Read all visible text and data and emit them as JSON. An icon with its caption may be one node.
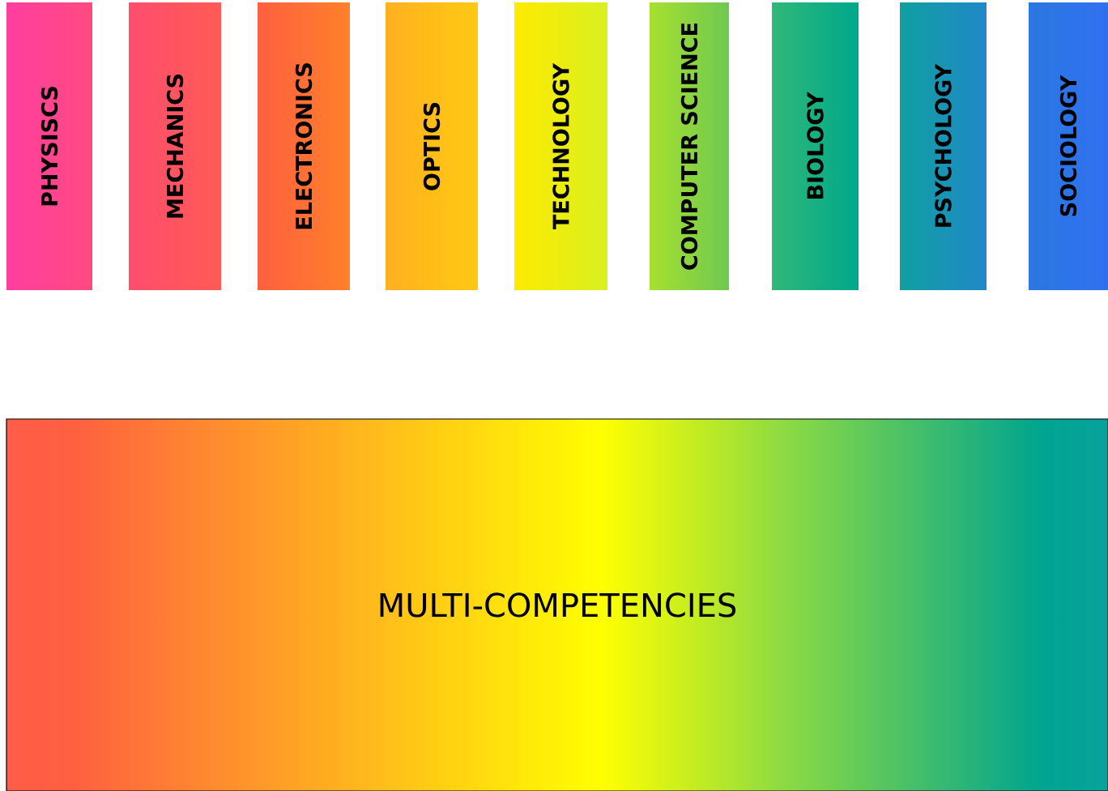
{
  "diagram": {
    "nodes": [
      {
        "text": [
          "PHYSISCS"
        ]
      },
      {
        "text": [
          "MECHANICS"
        ]
      },
      {
        "text": [
          "ELECTRONICS"
        ]
      },
      {
        "text": [
          "OPTICS"
        ]
      },
      {
        "text": [
          "TECHNOLOGY"
        ]
      },
      {
        "text": [
          "COMPUTER SCIENCE"
        ]
      },
      {
        "text": [
          "BIOLOGY"
        ]
      },
      {
        "text": [
          "PSYCHOLOGY"
        ]
      },
      {
        "text": [
          "SOCIOLOGY"
        ]
      },
      {
        "text": [
          "MULTI-COMPETENCIES"
        ]
      }
    ]
  }
}
